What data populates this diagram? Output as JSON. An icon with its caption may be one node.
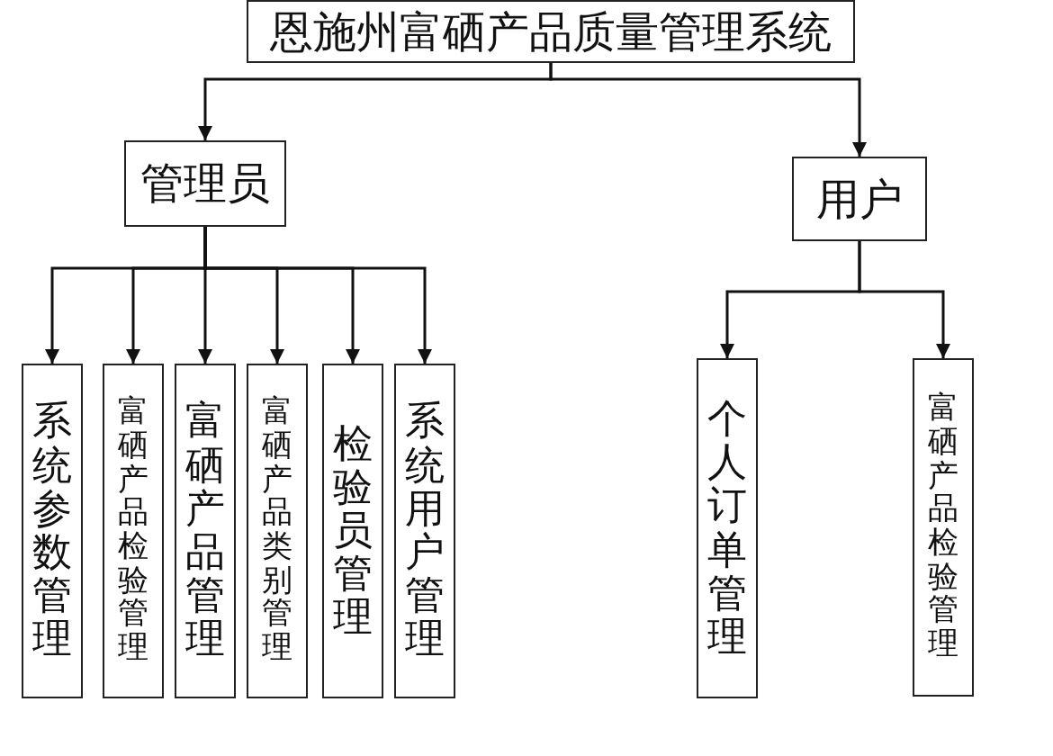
{
  "diagram": {
    "nodes": [
      {
        "text": [
          "恩施州富硒产品质量管理系统"
        ]
      },
      {
        "text": [
          "管理员"
        ]
      },
      {
        "text": [
          "用户"
        ]
      },
      {
        "text": [
          "系统参数管理"
        ]
      },
      {
        "text": [
          "富硒产品检验管理"
        ]
      },
      {
        "text": [
          "富硒产品管理"
        ]
      },
      {
        "text": [
          "富硒产品类别管理"
        ]
      },
      {
        "text": [
          "检验员管理"
        ]
      },
      {
        "text": [
          "系统用户管理"
        ]
      },
      {
        "text": [
          "个人订单管理"
        ]
      },
      {
        "text": [
          "富硒产品检验管理"
        ]
      }
    ],
    "edges": [
      {
        "from": 0,
        "to": 1,
        "arrow": "to"
      },
      {
        "from": 0,
        "to": 2,
        "arrow": "to"
      },
      {
        "from": 1,
        "to": 3,
        "arrow": "to"
      },
      {
        "from": 1,
        "to": 4,
        "arrow": "to"
      },
      {
        "from": 1,
        "to": 5,
        "arrow": "to"
      },
      {
        "from": 1,
        "to": 6,
        "arrow": "to"
      },
      {
        "from": 1,
        "to": 7,
        "arrow": "to"
      },
      {
        "from": 1,
        "to": 8,
        "arrow": "to"
      },
      {
        "from": 2,
        "to": 9,
        "arrow": "to"
      },
      {
        "from": 2,
        "to": 10,
        "arrow": "to"
      }
    ]
  }
}
